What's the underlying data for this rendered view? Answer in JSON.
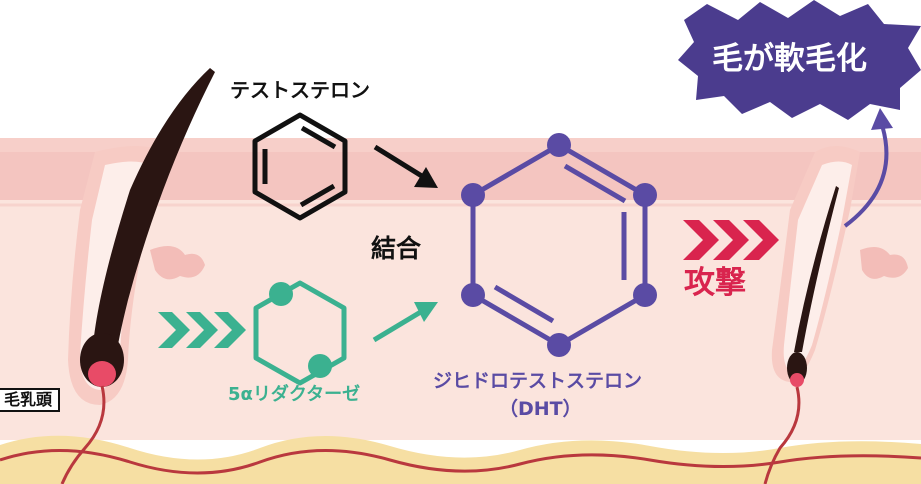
{
  "labels": {
    "testosterone": "テストステロン",
    "bind": "結合",
    "enzyme": "5αリダクターゼ",
    "dht_name": "ジヒドロテストステロン",
    "dht_abbr": "（DHT）",
    "attack": "攻撃",
    "soften": "毛が軟毛化",
    "papilla": "毛乳頭"
  },
  "colors": {
    "skin_light": "#fbe4dd",
    "skin_band": "#f4c5c0",
    "skin_pale": "#fdeeea",
    "fat_layer": "#f6dfa3",
    "hair": "#2a1512",
    "papilla": "#e84b67",
    "vessel": "#b9383e",
    "benzene": "#111111",
    "enzyme": "#3bb190",
    "dht": "#5a4ba4",
    "attack": "#d9244e",
    "badge": "#4b3c8e"
  },
  "icons": {
    "green_chevrons": "chevron-right-triple-icon",
    "red_chevrons": "chevron-right-triple-icon",
    "benzene": "benzene-ring-icon",
    "enzyme": "hexagon-molecule-icon",
    "dht": "hexagon-molecule-icon",
    "curved_arrow": "curved-arrow-icon",
    "badge": "starburst-badge-icon"
  }
}
